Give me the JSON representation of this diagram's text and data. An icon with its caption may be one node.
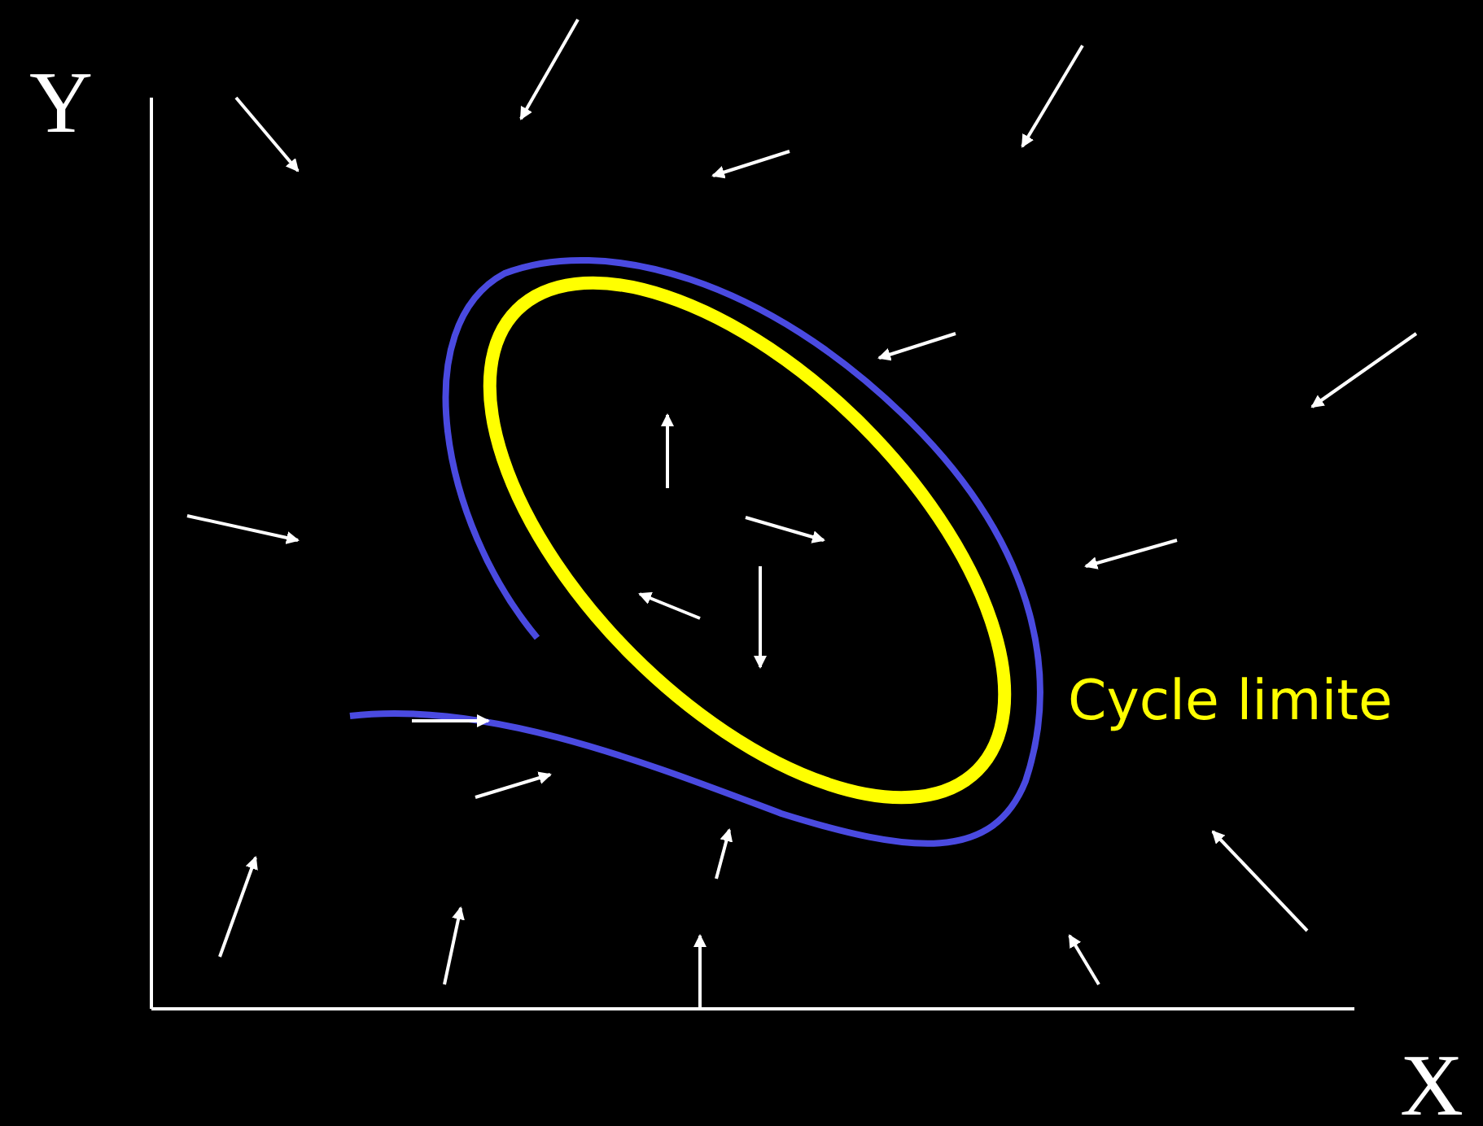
{
  "diagram": {
    "labels": [
      "Y",
      "Cycle limite",
      "X"
    ]
  }
}
